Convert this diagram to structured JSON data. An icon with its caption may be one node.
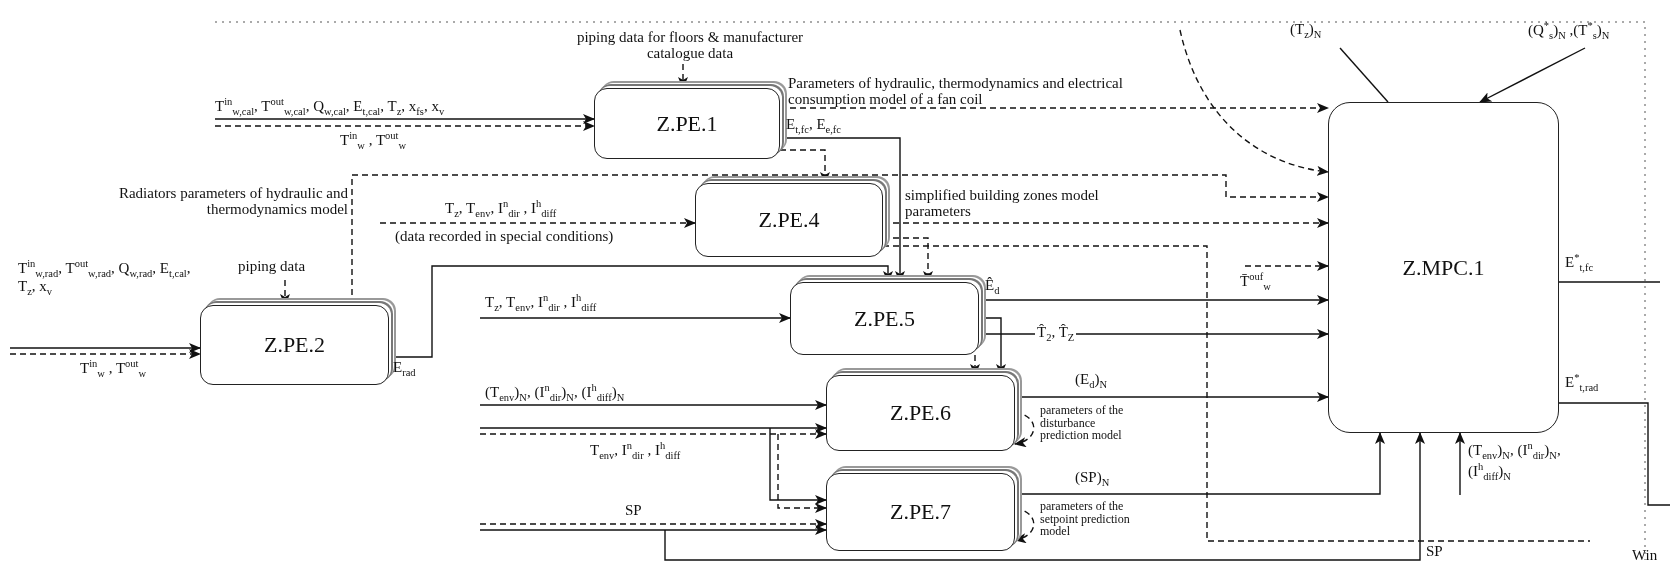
{
  "diagram": {
    "nodes": [
      {
        "text": [
          "Z.PE.1"
        ]
      },
      {
        "text": [
          "Z.PE.2"
        ]
      },
      {
        "text": [
          "Z.PE.4"
        ]
      },
      {
        "text": [
          "Z.PE.5"
        ]
      },
      {
        "text": [
          "Z.PE.6"
        ]
      },
      {
        "text": [
          "Z.PE.7"
        ]
      },
      {
        "text": [
          "Z.MPC.1"
        ]
      }
    ],
    "edges": [
      {
        "from": null,
        "to": 0,
        "arrow": "to",
        "label": "T$^{in}$$_{w,cal}$, T$^{out}$$_{w,cal}$, Q$_{w,cal}$, E$_{t,cal}$, T$_{z}$, x$_{fs}$, x$_{v}$"
      },
      {
        "from": null,
        "to": 0,
        "arrow": "to",
        "style": "dashed",
        "label": "T$^{in}$$_{w}$ , T$^{out}$$_{w}$"
      },
      {
        "from": null,
        "to": 0,
        "arrow": "to",
        "style": "dashed",
        "label": "piping data for floors & manufacturer catalogue data"
      },
      {
        "from": 0,
        "to": 6,
        "arrow": "to",
        "style": "dashed",
        "label": "Parameters of hydraulic, thermodynamics and electrical consumption model of a fan coil"
      },
      {
        "from": 0,
        "to": 2,
        "arrow": "to",
        "style": "dashed"
      },
      {
        "from": 0,
        "to": 3,
        "arrow": "to",
        "label": "E$_{t,fc}$, E$_{e,fc}$"
      },
      {
        "from": null,
        "to": 1,
        "arrow": "to",
        "label": "T$^{in}$$_{w,rad}$, T$^{out}$$_{w,rad}$, Q$_{w,rad}$, E$_{t,cal}$, T$_{z}$, x$_{v}$"
      },
      {
        "from": null,
        "to": 1,
        "arrow": "to",
        "style": "dashed",
        "label": "T$^{in}$$_{w}$ , T$^{out}$$_{w}$"
      },
      {
        "from": null,
        "to": 1,
        "arrow": "to",
        "style": "dashed",
        "label": "piping data"
      },
      {
        "from": 1,
        "to": 6,
        "arrow": "to",
        "style": "dashed",
        "label": "Radiators parameters of hydraulic and thermodynamics model"
      },
      {
        "from": 1,
        "to": 3,
        "arrow": "to",
        "label": "E$_{rad}$"
      },
      {
        "from": null,
        "to": 2,
        "arrow": "to",
        "style": "dashed",
        "label": "T$_{z}$, T$_{env}$, I$^{n}$$_{dir}$ , I$^{h}$$_{diff}$"
      },
      {
        "from": 2,
        "to": 6,
        "arrow": "to",
        "style": "dashed",
        "label": "simplified building zones model parameters"
      },
      {
        "from": 2,
        "to": 3,
        "arrow": "to",
        "style": "dashed"
      },
      {
        "from": 2,
        "to": null,
        "arrow": "none",
        "style": "dashed"
      },
      {
        "from": null,
        "to": 3,
        "arrow": "to",
        "label": "T$_{z}$, T$_{env}$, I$^{n}$$_{dir}$ , I$^{h}$$_{diff}$"
      },
      {
        "from": 3,
        "to": 6,
        "arrow": "to",
        "label": "Ê$_{d}$"
      },
      {
        "from": 3,
        "to": 6,
        "arrow": "to",
        "label": "T̂$_{2}$, T̂$_{Z}$"
      },
      {
        "from": 3,
        "to": 4,
        "arrow": "to",
        "style": "dashed"
      },
      {
        "from": 3,
        "to": 4,
        "arrow": "to"
      },
      {
        "from": null,
        "to": 4,
        "arrow": "to",
        "label": "(T$_{env}$)$_{N}$, (I$^{n}$$_{dir}$)$_{N}$, (I$^{h}$$_{diff}$)$_{N}$"
      },
      {
        "from": null,
        "to": 4,
        "arrow": "to",
        "label": "T$_{env}$, I$^{n}$$_{dir}$ , I$^{h}$$_{diff}$"
      },
      {
        "from": null,
        "to": 4,
        "arrow": "to",
        "style": "dashed"
      },
      {
        "from": null,
        "to": 5,
        "arrow": "to"
      },
      {
        "from": null,
        "to": 5,
        "arrow": "to",
        "style": "dashed"
      },
      {
        "from": null,
        "to": 5,
        "arrow": "to",
        "label": "SP"
      },
      {
        "from": null,
        "to": 5,
        "arrow": "to",
        "style": "dashed"
      },
      {
        "from": null,
        "to": 6,
        "arrow": "to",
        "label": "SP"
      },
      {
        "from": 4,
        "to": 6,
        "arrow": "to",
        "label": "(E$_{d}$)$_{N}$"
      },
      {
        "from": 4,
        "to": 4,
        "arrow": "to",
        "style": "dashed",
        "label": "parameters of the disturbance prediction model"
      },
      {
        "from": 5,
        "to": 6,
        "arrow": "to",
        "label": "(SP)$_{N}$"
      },
      {
        "from": 5,
        "to": 5,
        "arrow": "to",
        "style": "dashed",
        "label": "parameters of the setpoint prediction model"
      },
      {
        "from": null,
        "to": 6,
        "arrow": "to",
        "label": "(T$_{env}$)$_{N}$, (I$^{n}$$_{dir}$)$_{N}$, (I$^{h}$$_{diff}$)$_{N}$"
      },
      {
        "from": null,
        "to": 6,
        "arrow": "to",
        "style": "dashed",
        "label": "T̄$^{ouf}$$_{w}$"
      },
      {
        "from": null,
        "to": 6,
        "arrow": "to",
        "style": "dashed"
      },
      {
        "from": null,
        "to": 6,
        "arrow": "none",
        "label": "(T$_{z}$)$_{N}$"
      },
      {
        "from": null,
        "to": 6,
        "arrow": "to",
        "label": "(Q$^{*}$$_{s}$)$_{N}$ ,(T$^{*}$$_{s}$)$_{N}$"
      },
      {
        "from": 6,
        "to": null,
        "arrow": "none",
        "label": "E$^{*}$$_{t,fc}$"
      },
      {
        "from": 6,
        "to": null,
        "arrow": "none",
        "label": "E$^{*}$$_{t,rad}$"
      }
    ],
    "labels": [
      "(data recorded in special conditions)",
      "Win"
    ]
  }
}
